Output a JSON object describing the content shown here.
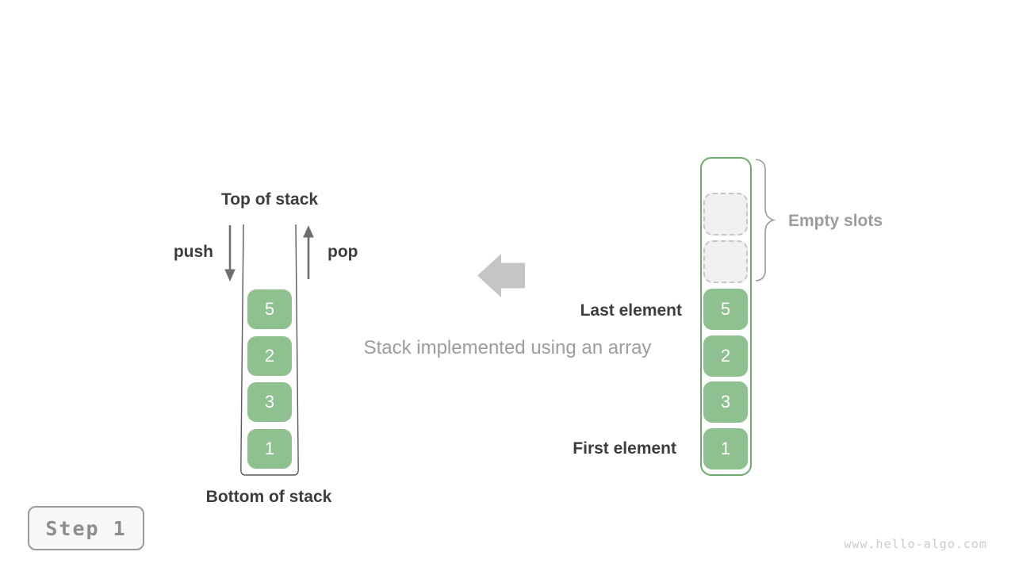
{
  "caption": "Stack implemented using an array",
  "step_badge": {
    "label": "Step 1"
  },
  "watermark": "www.hello-algo.com",
  "left_stack": {
    "top_label": "Top of stack",
    "bottom_label": "Bottom of stack",
    "push_label": "push",
    "pop_label": "pop",
    "cells": [
      "5",
      "2",
      "3",
      "1"
    ]
  },
  "right_array": {
    "cells": [
      "5",
      "2",
      "3",
      "1"
    ],
    "empty_slot_count": 2,
    "empty_slots_label": "Empty slots",
    "last_element_label": "Last element",
    "first_element_label": "First element"
  },
  "icons": {
    "push": "arrow-down",
    "pop": "arrow-up",
    "direction": "block-arrow-left",
    "more_items": "vertical-ellipsis"
  },
  "colors": {
    "cell_green": "#8FC08F",
    "container_green_border": "#6CAB6C",
    "empty_slot_fill": "#F0F0F0",
    "empty_slot_border": "#C6C6C6",
    "dark_text": "#3D3D3D",
    "gray_text": "#9C9C9C",
    "line_arrow_gray": "#6E6E6E",
    "block_arrow_gray": "#C5C5C5",
    "stack_outline_gray": "#5A5A5A",
    "badge_text": "#8D8D8D",
    "watermark_gray": "#CBCBCB"
  }
}
